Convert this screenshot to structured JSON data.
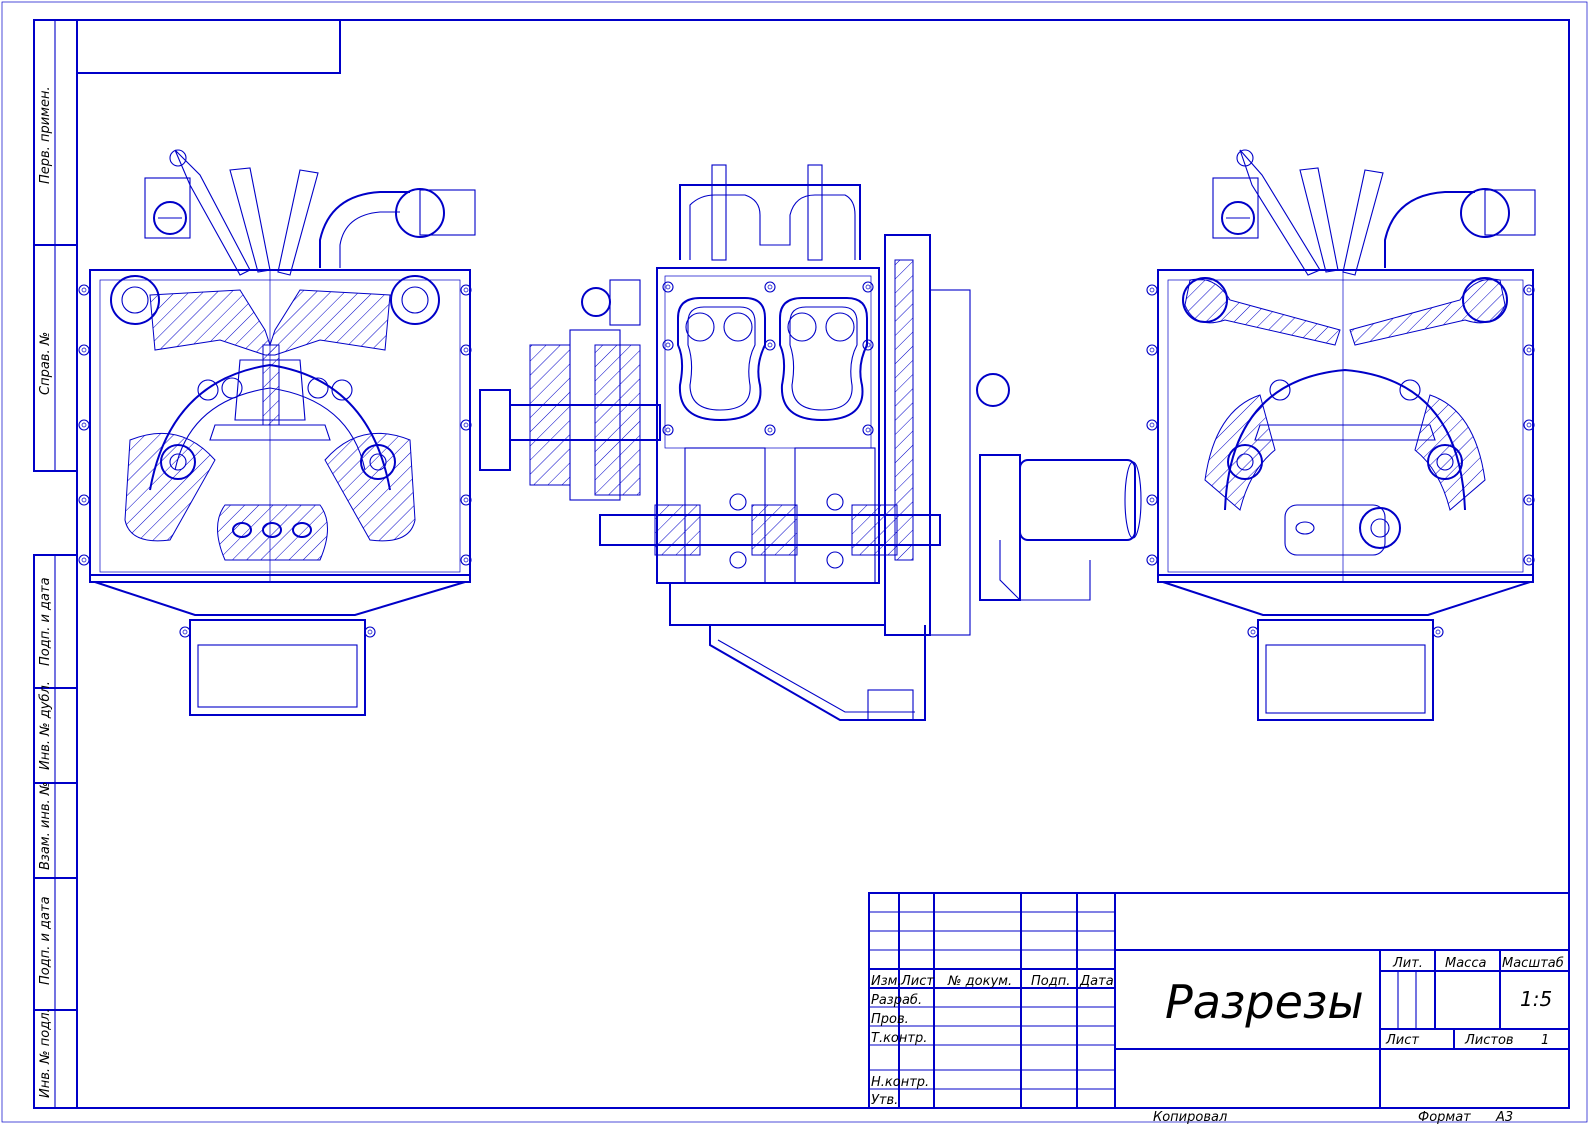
{
  "sheet": {
    "title": "Разрезы",
    "scale": "1:5",
    "sheet_number": "1",
    "format_label": "Формат",
    "format_value": "A3",
    "copied_label": "Копировал"
  },
  "title_block": {
    "col_izm": "Изм.",
    "col_list": "Лист",
    "col_doc": "№ докум.",
    "col_sign": "Подп.",
    "col_date": "Дата",
    "row_razrab": "Разраб.",
    "row_prov": "Пров.",
    "row_tkontr": "Т.контр.",
    "row_nkontr": "Н.контр.",
    "row_utv": "Утв.",
    "lit": "Лит.",
    "massa": "Масса",
    "masshtab": "Масштаб",
    "list": "Лист",
    "listov": "Листов"
  },
  "side_stamps": [
    "Перв. примен.",
    "Справ. №",
    "Подп. и дата",
    "Инв. № дубл.",
    "Взам. инв. №",
    "Подп. и дата",
    "Инв. № подл."
  ],
  "colors": {
    "line": "#0000c8",
    "background": "#ffffff"
  }
}
